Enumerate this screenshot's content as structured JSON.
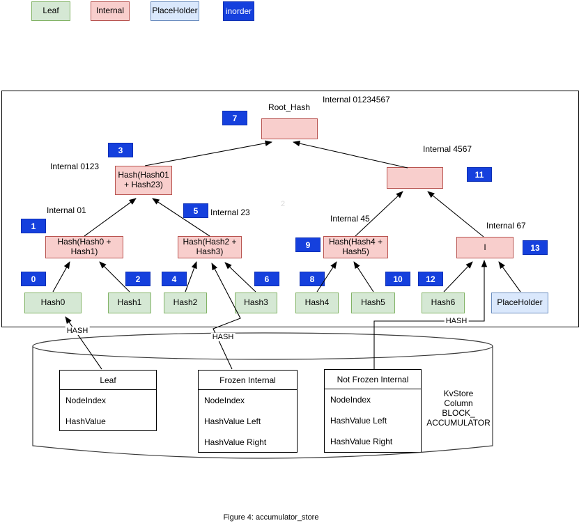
{
  "legend": {
    "leaf": "Leaf",
    "internal": "Internal",
    "placeholder": "PlaceHolder",
    "inorder": "inorder"
  },
  "colors": {
    "leaf_fill": "#d5e8d4",
    "leaf_border": "#82b366",
    "internal_fill": "#f8cecc",
    "internal_border": "#b85450",
    "placeholder_fill": "#dae8fc",
    "placeholder_border": "#6c8ebf",
    "inorder_fill": "#1540dd",
    "inorder_border": "#0d2fb5",
    "line": "#000000"
  },
  "tree": {
    "annotations": {
      "root": "Root_Hash",
      "level0": "Internal 01234567",
      "level1_left": "Internal 0123",
      "level1_right": "Internal 4567",
      "level2_01": "Internal 01",
      "level2_23": "Internal 23",
      "level2_45": "Internal 45",
      "level2_67": "Internal 67"
    },
    "nodes": {
      "n0123": {
        "lines": [
          "Hash(Hash01",
          "+ Hash23)"
        ]
      },
      "n01": {
        "lines": [
          "Hash(Hash0 +",
          "Hash1)"
        ]
      },
      "n23": {
        "lines": [
          "Hash(Hash2 +",
          "Hash3)"
        ]
      },
      "n45": {
        "lines": [
          "Hash(Hash4 +",
          "Hash5)"
        ]
      },
      "n67": {
        "label": "I"
      },
      "leaves": [
        "Hash0",
        "Hash1",
        "Hash2",
        "Hash3",
        "Hash4",
        "Hash5",
        "Hash6"
      ],
      "placeholder": "PlaceHolder"
    },
    "inorder_indices": [
      "7",
      "3",
      "11",
      "1",
      "5",
      "9",
      "13",
      "0",
      "2",
      "4",
      "6",
      "8",
      "10",
      "12"
    ],
    "hash_label": "HASH"
  },
  "store": {
    "tables": [
      {
        "title": "Leaf",
        "rows": [
          "NodeIndex",
          "HashValue"
        ]
      },
      {
        "title": "Frozen Internal",
        "rows": [
          "NodeIndex",
          "HashValue Left",
          "HashValue Right"
        ]
      },
      {
        "title": "Not Frozen Internal",
        "rows": [
          "NodeIndex",
          "HashValue Left",
          "HashValue Right"
        ]
      }
    ],
    "kvstore_label_lines": [
      "KvStore",
      "Column",
      "BLOCK_",
      "ACCUMULATOR"
    ]
  },
  "caption": "Figure 4: accumulator_store",
  "watermark": "2"
}
